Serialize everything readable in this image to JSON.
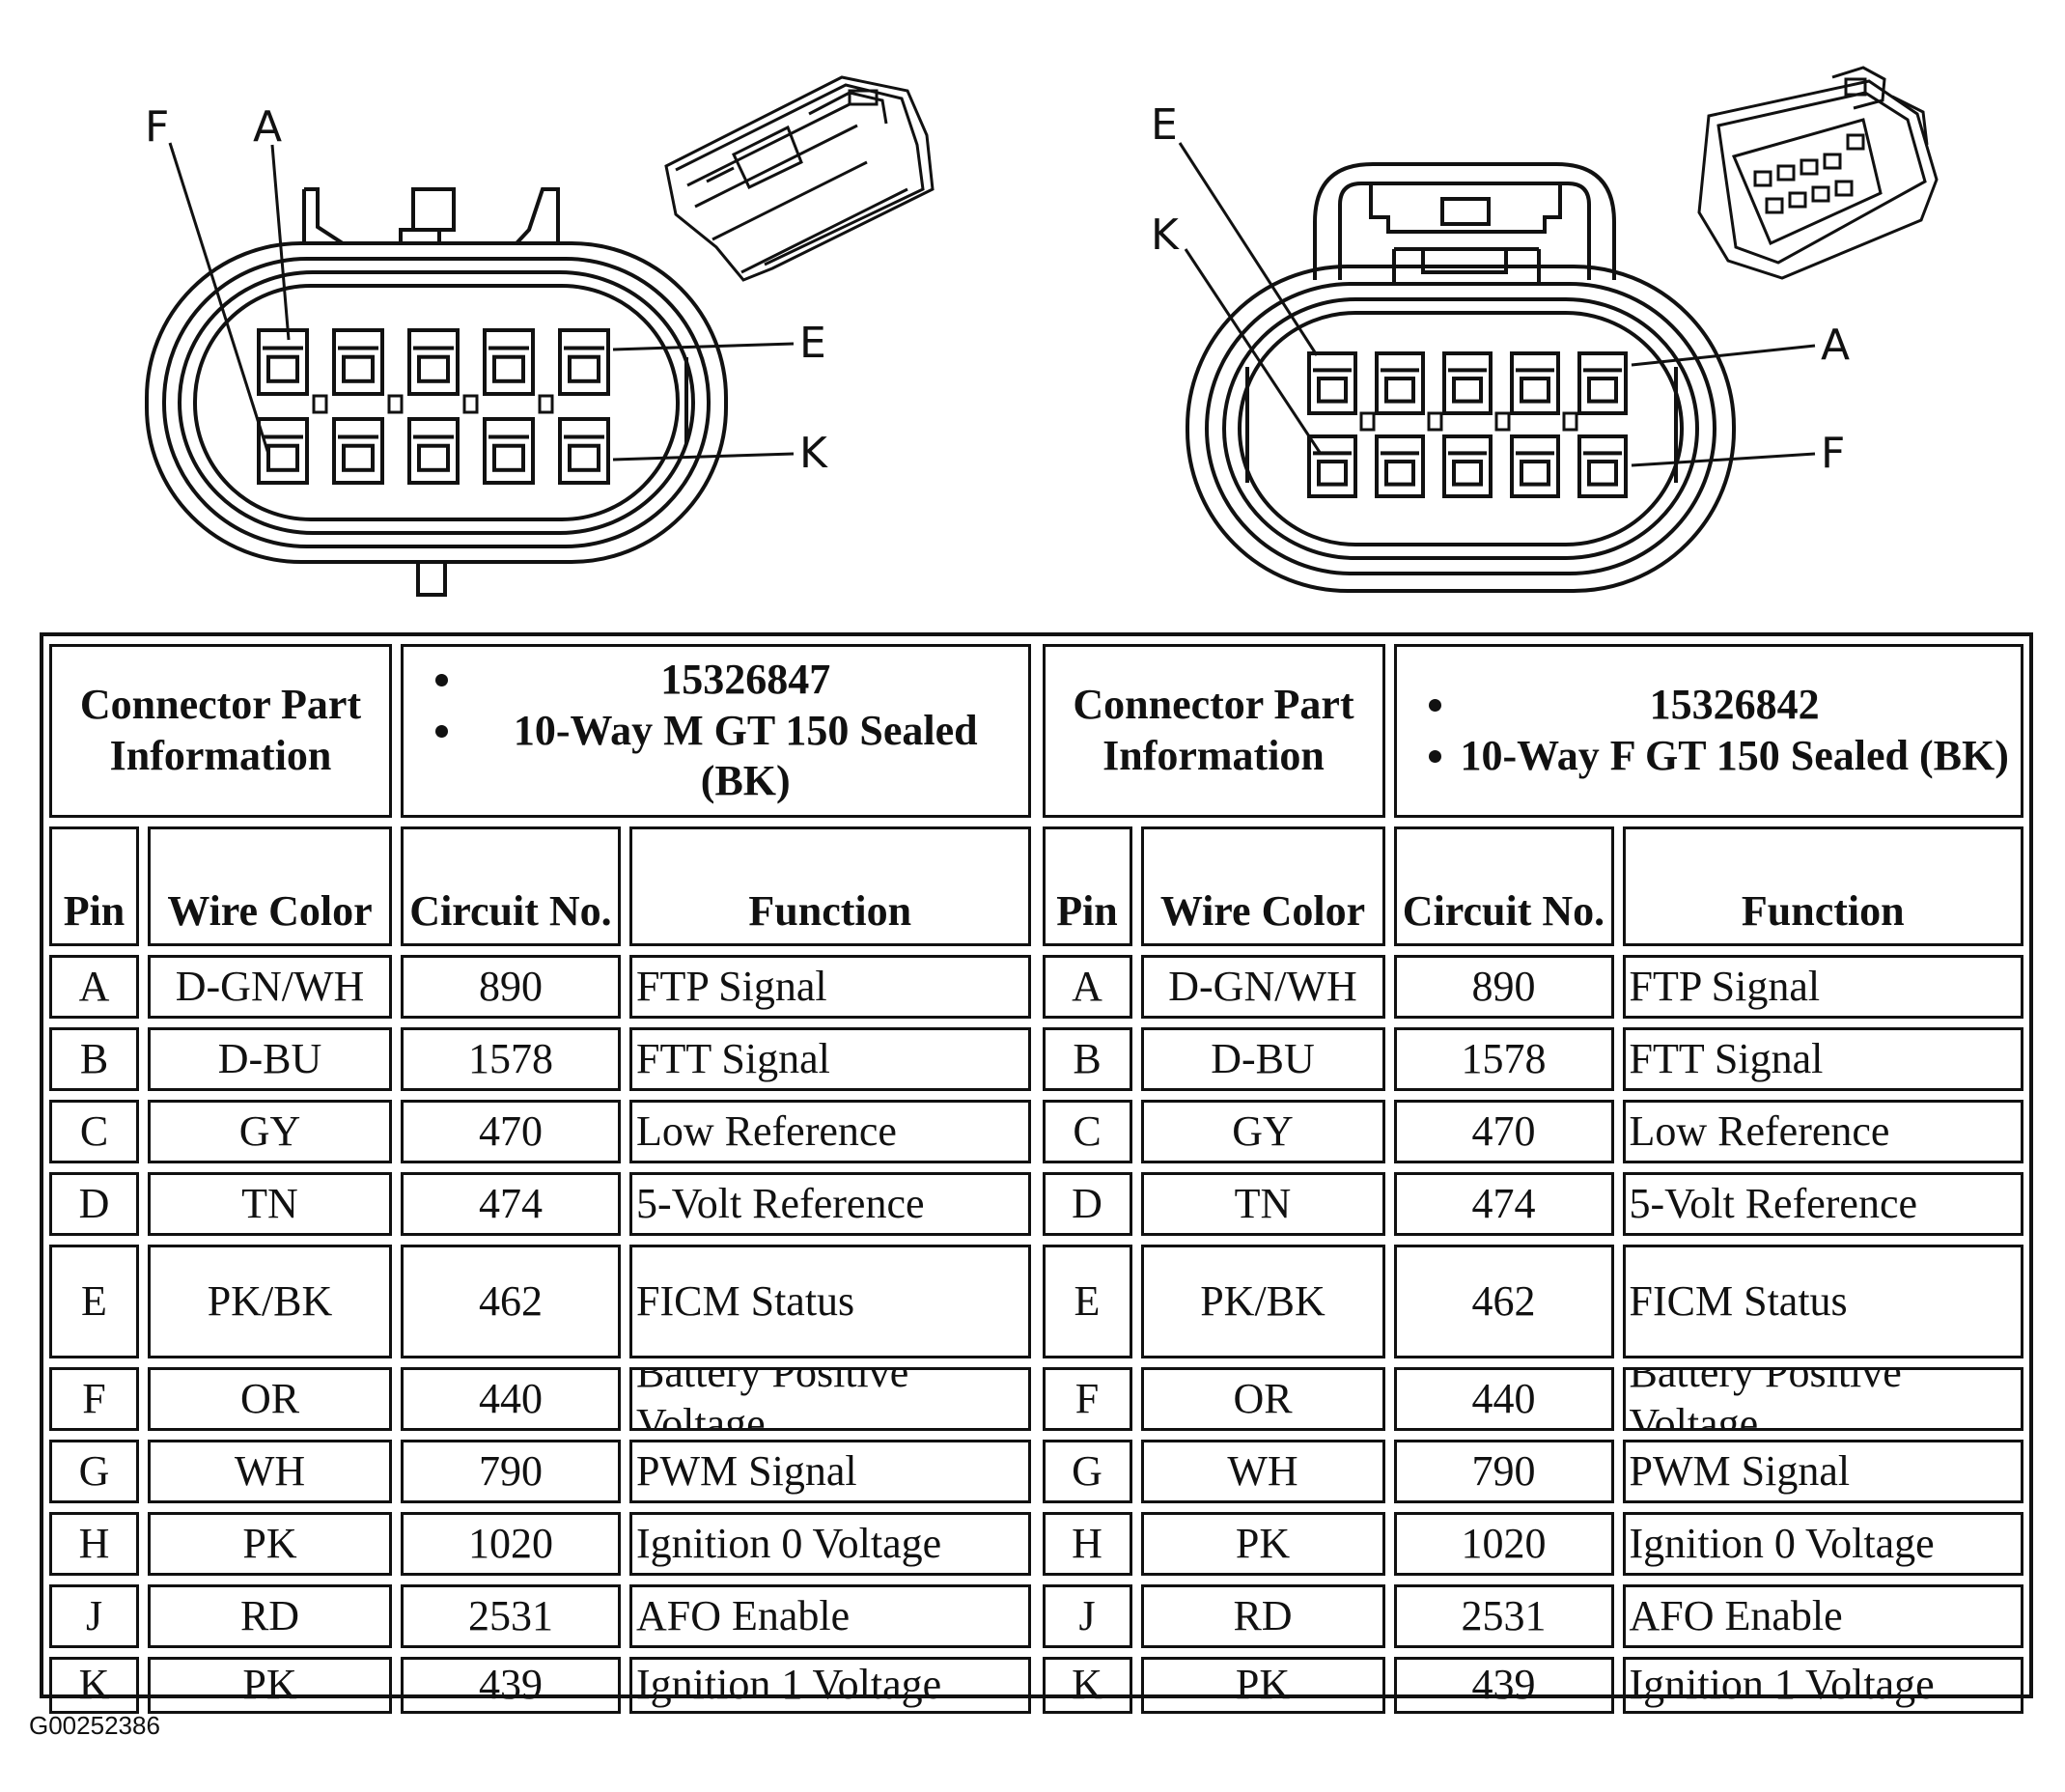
{
  "left_connector": {
    "pin_labels": [
      "F",
      "A",
      "E",
      "K"
    ]
  },
  "right_connector": {
    "pin_labels": [
      "E",
      "K",
      "A",
      "F"
    ]
  },
  "left_table": {
    "info_label": "Connector Part Information",
    "info_values": [
      "15326847",
      "10-Way M GT 150 Sealed (BK)"
    ],
    "headers": [
      "Pin",
      "Wire Color",
      "Circuit No.",
      "Function"
    ],
    "rows": [
      {
        "pin": "A",
        "color": "D-GN/WH",
        "circuit": "890",
        "function": "FTP Signal"
      },
      {
        "pin": "B",
        "color": "D-BU",
        "circuit": "1578",
        "function": "FTT Signal"
      },
      {
        "pin": "C",
        "color": "GY",
        "circuit": "470",
        "function": "Low Reference"
      },
      {
        "pin": "D",
        "color": "TN",
        "circuit": "474",
        "function": "5-Volt Reference"
      },
      {
        "pin": "E",
        "color": "PK/BK",
        "circuit": "462",
        "function": "FICM Status"
      },
      {
        "pin": "F",
        "color": "OR",
        "circuit": "440",
        "function": "Battery Positive Voltage"
      },
      {
        "pin": "G",
        "color": "WH",
        "circuit": "790",
        "function": "PWM Signal"
      },
      {
        "pin": "H",
        "color": "PK",
        "circuit": "1020",
        "function": "Ignition 0 Voltage"
      },
      {
        "pin": "J",
        "color": "RD",
        "circuit": "2531",
        "function": "AFO Enable"
      },
      {
        "pin": "K",
        "color": "PK",
        "circuit": "439",
        "function": "Ignition 1 Voltage"
      }
    ]
  },
  "right_table": {
    "info_label": "Connector Part Information",
    "info_values": [
      "15326842",
      "10-Way F GT 150 Sealed (BK)"
    ],
    "headers": [
      "Pin",
      "Wire Color",
      "Circuit No.",
      "Function"
    ],
    "rows": [
      {
        "pin": "A",
        "color": "D-GN/WH",
        "circuit": "890",
        "function": "FTP Signal"
      },
      {
        "pin": "B",
        "color": "D-BU",
        "circuit": "1578",
        "function": "FTT Signal"
      },
      {
        "pin": "C",
        "color": "GY",
        "circuit": "470",
        "function": "Low Reference"
      },
      {
        "pin": "D",
        "color": "TN",
        "circuit": "474",
        "function": "5-Volt Reference"
      },
      {
        "pin": "E",
        "color": "PK/BK",
        "circuit": "462",
        "function": "FICM Status"
      },
      {
        "pin": "F",
        "color": "OR",
        "circuit": "440",
        "function": "Battery Positive Voltage"
      },
      {
        "pin": "G",
        "color": "WH",
        "circuit": "790",
        "function": "PWM Signal"
      },
      {
        "pin": "H",
        "color": "PK",
        "circuit": "1020",
        "function": "Ignition 0 Voltage"
      },
      {
        "pin": "J",
        "color": "RD",
        "circuit": "2531",
        "function": "AFO Enable"
      },
      {
        "pin": "K",
        "color": "PK",
        "circuit": "439",
        "function": "Ignition 1 Voltage"
      }
    ]
  },
  "figure_id": "G00252386"
}
